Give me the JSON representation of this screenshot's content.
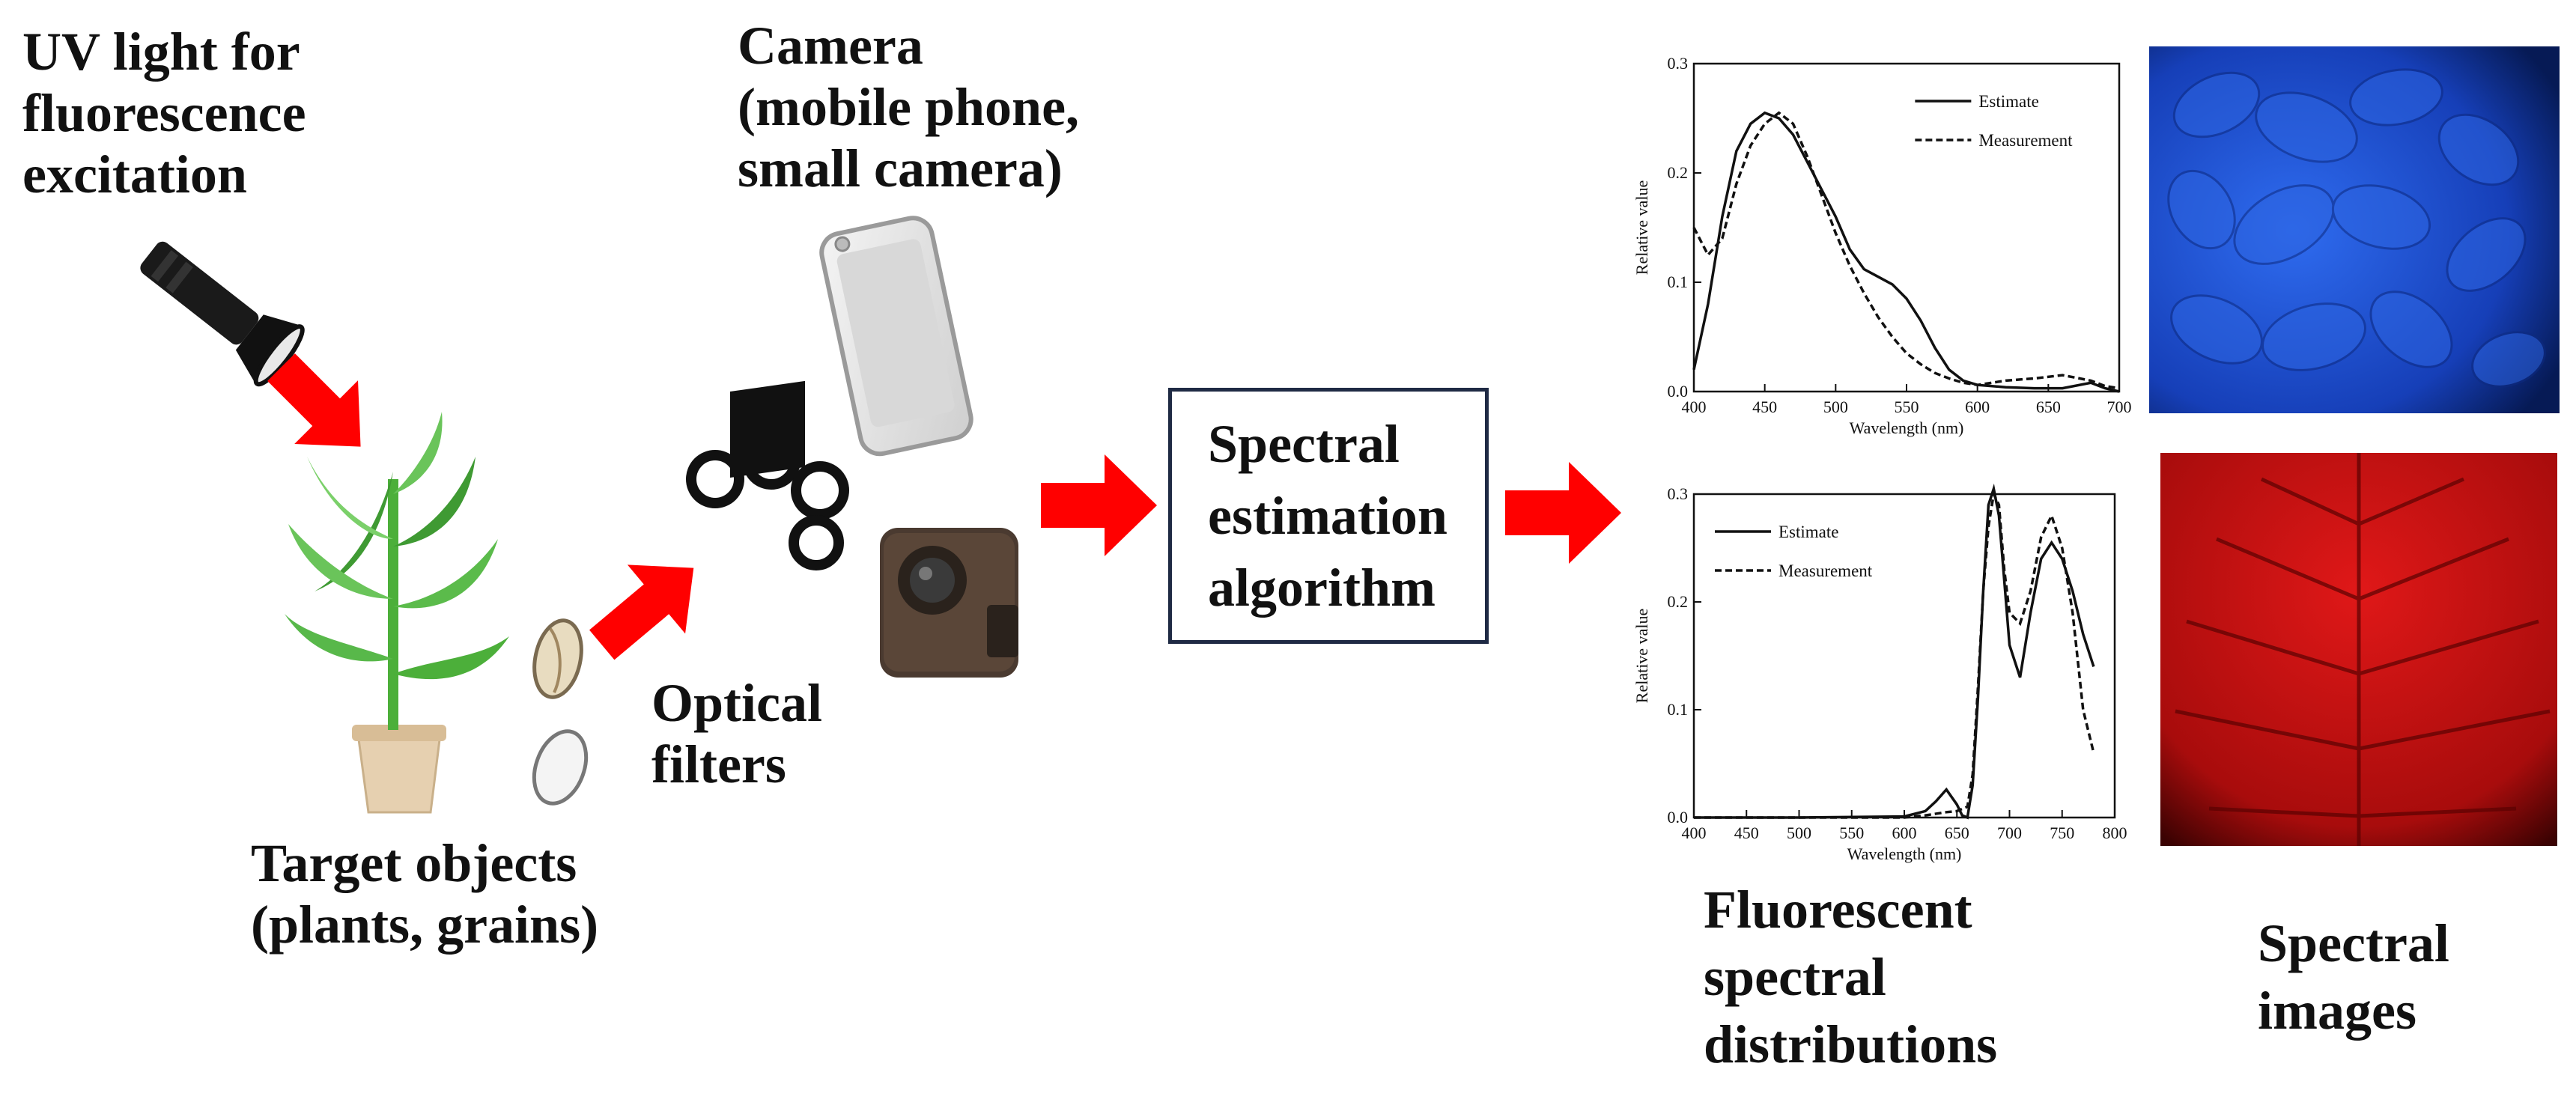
{
  "labels": {
    "uv_light": [
      "UV light for",
      "fluorescence",
      "excitation"
    ],
    "camera": [
      "Camera",
      "(mobile phone,",
      "small camera)"
    ],
    "targets": [
      "Target objects",
      "(plants, grains)"
    ],
    "filters": [
      "Optical",
      "filters"
    ],
    "algorithm": [
      "Spectral",
      "estimation",
      "algorithm"
    ],
    "fluor": [
      "Fluorescent",
      "spectral",
      "distributions"
    ],
    "images": [
      "Spectral",
      "images"
    ]
  },
  "colors": {
    "arrow": "#ff0000",
    "box_border": "#1f2a44",
    "leaf_green": "#4caf3a",
    "pot": "#e6d0b0",
    "phone": "#d9d9d9",
    "camera_body": "#4a3a30",
    "blue_image": "#1a4fd6",
    "red_image": "#cc1010"
  },
  "icons": [
    "flashlight-icon",
    "plant-icon",
    "grain-icon",
    "filter-wheel-icon",
    "mobile-phone-icon",
    "small-camera-icon"
  ],
  "chart_data": [
    {
      "type": "line",
      "xlabel": "Wavelength (nm)",
      "ylabel": "Relative value",
      "xlim": [
        400,
        700
      ],
      "ylim": [
        0,
        0.3
      ],
      "xticks": [
        400,
        450,
        500,
        550,
        600,
        650,
        700
      ],
      "yticks": [
        0.0,
        0.1,
        0.2,
        0.3
      ],
      "xtick_labels": [
        "400",
        "450",
        "500",
        "550",
        "600",
        "650",
        "700"
      ],
      "ytick_labels": [
        "0.0",
        "0.1",
        "0.2",
        "0.3"
      ],
      "legend_position": "top-right",
      "series": [
        {
          "name": "Estimate",
          "style": "solid",
          "x": [
            400,
            410,
            420,
            430,
            440,
            450,
            460,
            470,
            480,
            490,
            500,
            510,
            520,
            530,
            540,
            550,
            560,
            570,
            580,
            590,
            600,
            620,
            640,
            660,
            680,
            690,
            700
          ],
          "y": [
            0.02,
            0.08,
            0.16,
            0.22,
            0.245,
            0.255,
            0.25,
            0.235,
            0.21,
            0.185,
            0.16,
            0.13,
            0.112,
            0.105,
            0.098,
            0.085,
            0.065,
            0.04,
            0.02,
            0.01,
            0.006,
            0.004,
            0.003,
            0.003,
            0.008,
            0.003,
            0.0
          ]
        },
        {
          "name": "Measurement",
          "style": "dashed",
          "x": [
            400,
            410,
            420,
            430,
            440,
            450,
            460,
            470,
            480,
            490,
            500,
            510,
            520,
            530,
            540,
            550,
            560,
            570,
            580,
            590,
            600,
            620,
            640,
            660,
            680,
            690,
            700
          ],
          "y": [
            0.15,
            0.125,
            0.14,
            0.19,
            0.225,
            0.245,
            0.255,
            0.245,
            0.215,
            0.18,
            0.145,
            0.115,
            0.09,
            0.068,
            0.05,
            0.035,
            0.025,
            0.017,
            0.012,
            0.008,
            0.006,
            0.01,
            0.012,
            0.015,
            0.01,
            0.005,
            0.003
          ]
        }
      ]
    },
    {
      "type": "line",
      "xlabel": "Wavelength (nm)",
      "ylabel": "Relative value",
      "xlim": [
        400,
        800
      ],
      "ylim": [
        0,
        0.3
      ],
      "xticks": [
        400,
        450,
        500,
        550,
        600,
        650,
        700,
        750,
        800
      ],
      "yticks": [
        0.0,
        0.1,
        0.2,
        0.3
      ],
      "xtick_labels": [
        "400",
        "450",
        "500",
        "550",
        "600",
        "650",
        "700",
        "750",
        "800"
      ],
      "ytick_labels": [
        "0.0",
        "0.1",
        "0.2",
        "0.3"
      ],
      "legend_position": "top-left",
      "series": [
        {
          "name": "Estimate",
          "style": "solid",
          "x": [
            400,
            500,
            600,
            620,
            630,
            640,
            650,
            655,
            660,
            665,
            670,
            675,
            680,
            685,
            690,
            695,
            700,
            710,
            720,
            730,
            740,
            750,
            760,
            770,
            780
          ],
          "y": [
            0,
            0,
            0.001,
            0.006,
            0.015,
            0.026,
            0.012,
            0.002,
            0.0,
            0.03,
            0.11,
            0.21,
            0.29,
            0.305,
            0.28,
            0.22,
            0.16,
            0.13,
            0.19,
            0.24,
            0.255,
            0.24,
            0.21,
            0.17,
            0.14
          ]
        },
        {
          "name": "Measurement",
          "style": "dashed",
          "x": [
            400,
            500,
            600,
            620,
            640,
            650,
            660,
            665,
            670,
            675,
            680,
            685,
            690,
            695,
            700,
            710,
            720,
            730,
            740,
            750,
            760,
            770,
            780
          ],
          "y": [
            0,
            0,
            0,
            0.002,
            0.005,
            0.006,
            0.01,
            0.04,
            0.12,
            0.21,
            0.27,
            0.3,
            0.29,
            0.23,
            0.19,
            0.18,
            0.21,
            0.26,
            0.28,
            0.25,
            0.19,
            0.1,
            0.06
          ]
        }
      ]
    }
  ]
}
